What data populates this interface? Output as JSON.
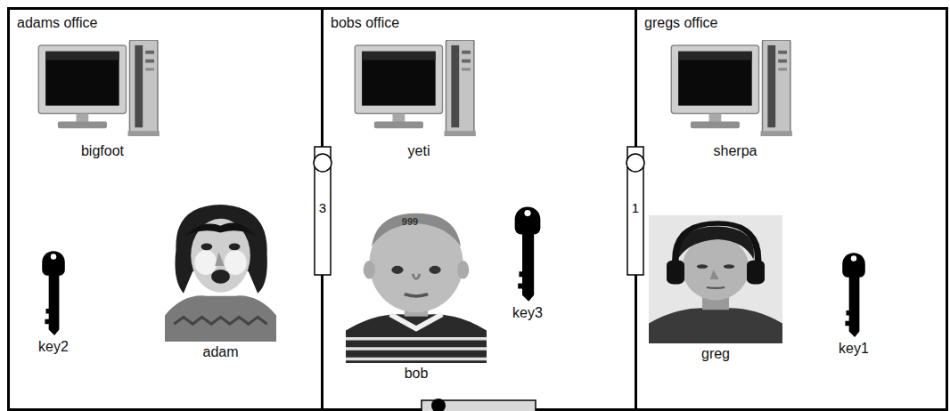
{
  "diagram": {
    "nodes": [
      {
        "text": [
          "adams office"
        ]
      },
      {
        "text": [
          "bigfoot"
        ],
        "in": 0
      },
      {
        "text": [
          "key2"
        ],
        "in": 0
      },
      {
        "text": [
          "adam"
        ],
        "in": 0
      },
      {
        "text": [
          "3"
        ]
      },
      {
        "text": [
          "bobs office"
        ]
      },
      {
        "text": [
          "yeti"
        ],
        "in": 5
      },
      {
        "text": [
          "bob"
        ],
        "in": 5
      },
      {
        "text": [
          "key3"
        ],
        "in": 5
      },
      {
        "text": [
          "1"
        ]
      },
      {
        "text": [
          "gregs office"
        ]
      },
      {
        "text": [
          "sherpa"
        ],
        "in": 10
      },
      {
        "text": [
          "greg"
        ],
        "in": 10
      },
      {
        "text": [
          "key1"
        ],
        "in": 10
      }
    ],
    "labels": [
      "999"
    ]
  }
}
